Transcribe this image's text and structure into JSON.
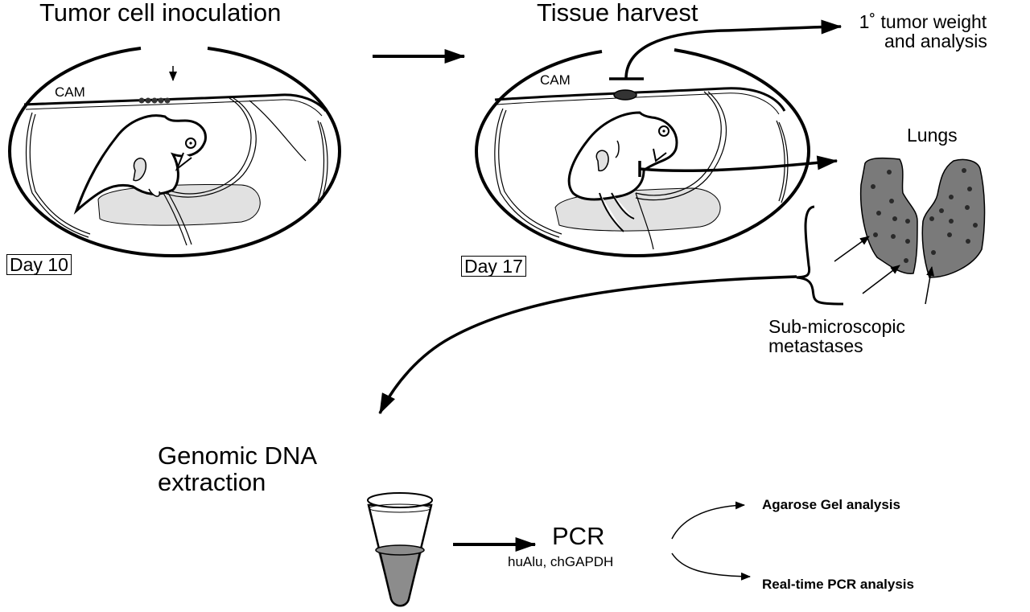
{
  "steps": {
    "inoculation": "Tumor cell inoculation",
    "harvest": "Tissue harvest",
    "extraction_line1": "Genomic DNA",
    "extraction_line2": "extraction"
  },
  "labels": {
    "cam_left": "CAM",
    "cam_right": "CAM",
    "day_left": "Day 10",
    "day_right": "Day 17",
    "tumor_line1": "1˚ tumor weight",
    "tumor_line2": "and analysis",
    "lungs": "Lungs",
    "metastases_line1": "Sub-microscopic",
    "metastases_line2": "metastases",
    "pcr": "PCR",
    "pcr_targets": "huAlu, chGAPDH",
    "out_gel": "Agarose Gel analysis",
    "out_realtime": "Real-time PCR analysis"
  },
  "colors": {
    "stroke": "#000000",
    "yolk": "#e1e1e1",
    "lung": "#7a7a7a",
    "tube_fill": "#8c8c8c",
    "tumor": "#333333"
  }
}
